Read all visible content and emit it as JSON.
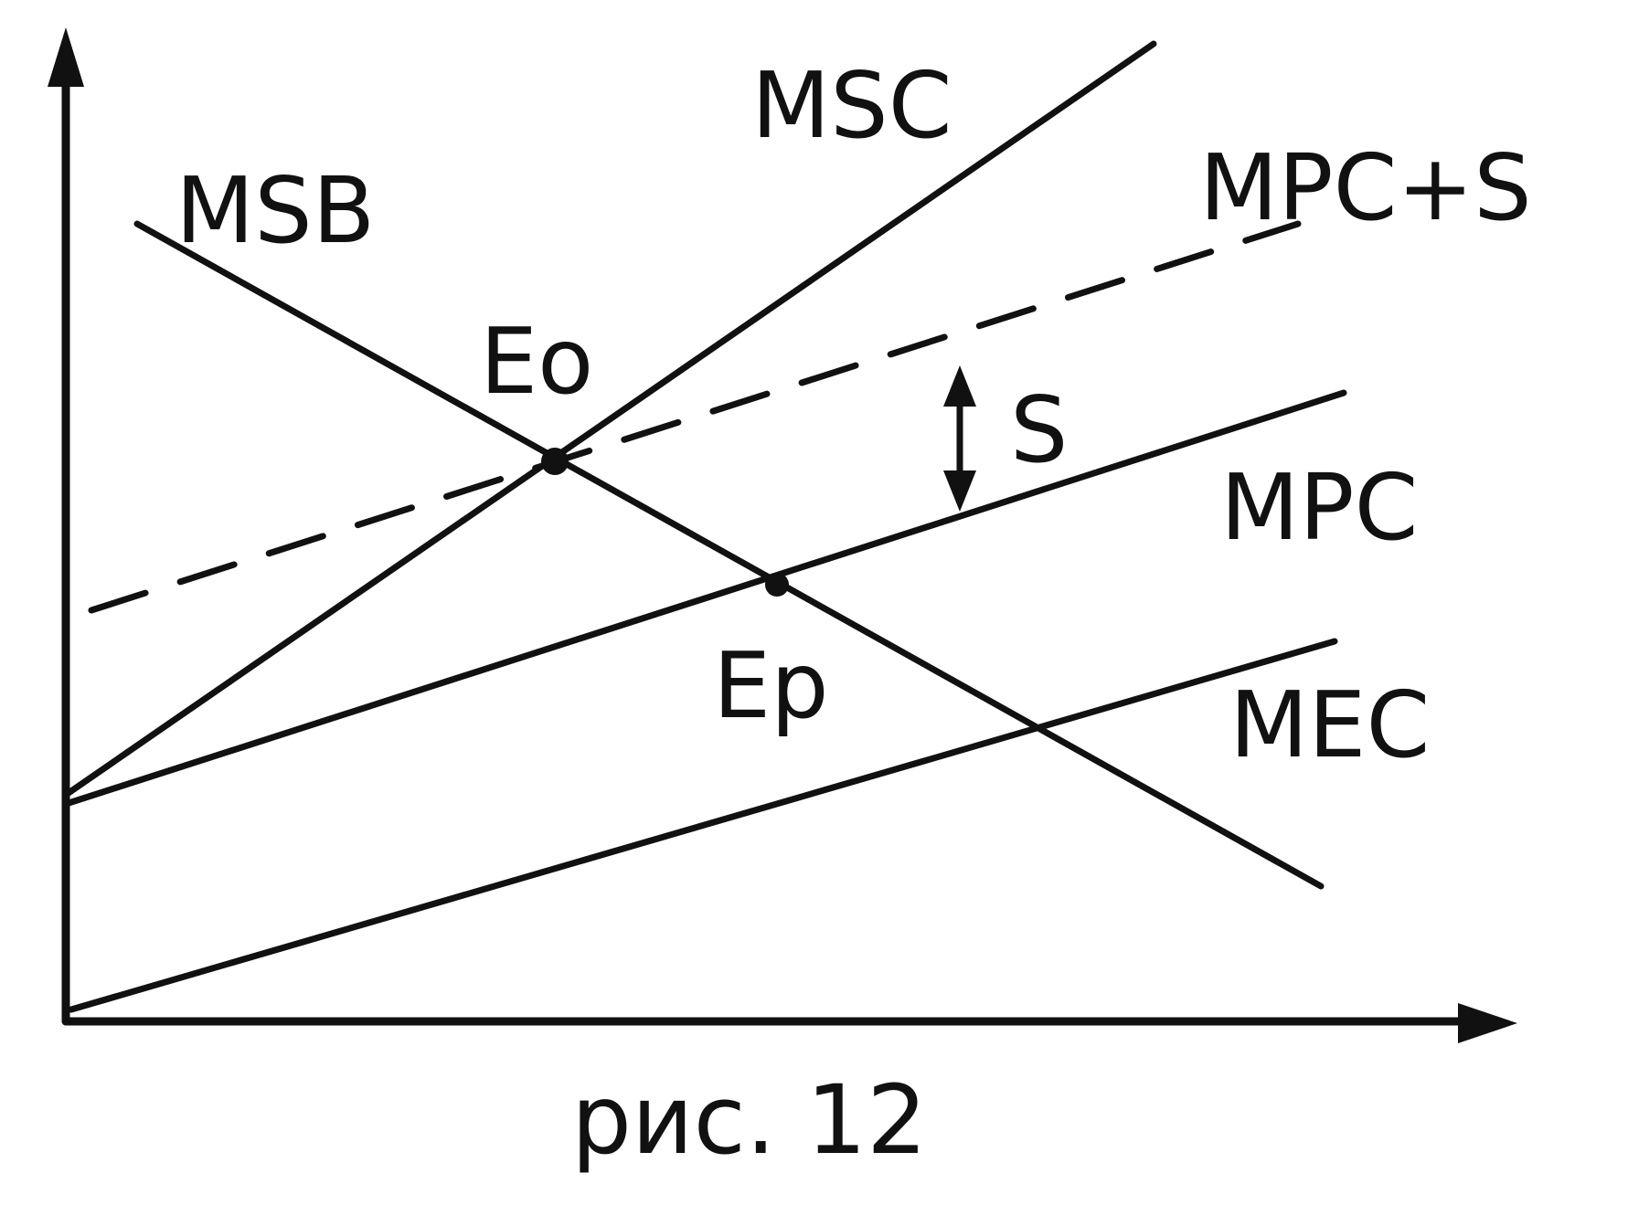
{
  "labels": {
    "msc": "MSC",
    "msb": "MSB",
    "mpc_plus_s": "MPC+S",
    "mpc": "MPC",
    "mec": "MEC",
    "e_o": "Eo",
    "e_p": "Ep",
    "s": "S"
  },
  "caption": "рис. 12",
  "colors": {
    "ink": "#111111",
    "background": "#ffffff"
  }
}
